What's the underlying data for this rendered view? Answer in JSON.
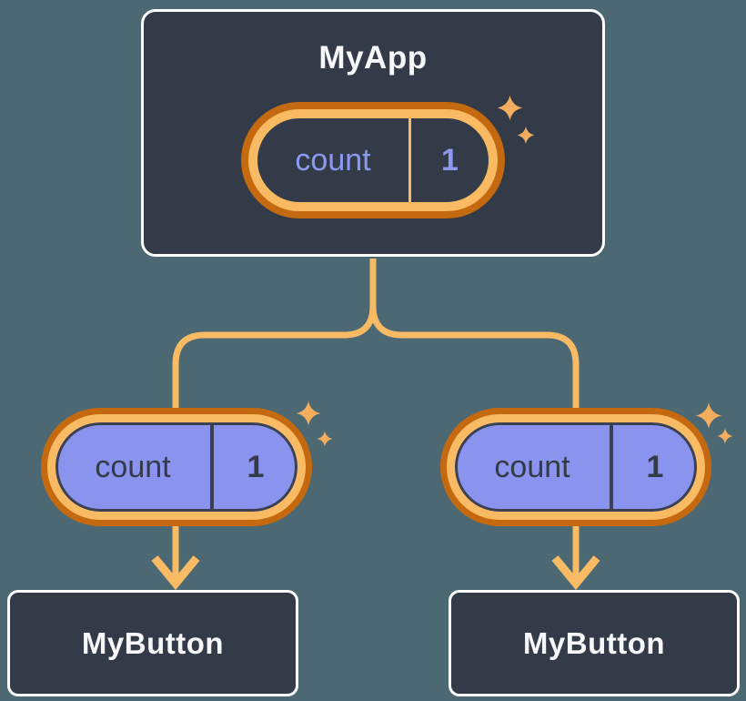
{
  "diagram": {
    "root": {
      "name": "MyApp",
      "pill": {
        "label": "count",
        "value": "1"
      }
    },
    "children": [
      {
        "name": "MyButton",
        "pill": {
          "label": "count",
          "value": "1"
        }
      },
      {
        "name": "MyButton",
        "pill": {
          "label": "count",
          "value": "1"
        }
      }
    ]
  },
  "icons": {
    "sparkle": "four-point-star",
    "arrow": "arrow-down"
  },
  "colors": {
    "background": "#4c6973",
    "card_bg": "#343b48",
    "card_border": "#ffffff",
    "connector": "#f8ba62",
    "pill_ring_outer": "#c4690f",
    "pill_ring_inner": "#f8ba62",
    "pill_fill_child": "#8a93ee",
    "state_text": "#8c99f2",
    "child_text": "#343b48",
    "outline_dark": "#3b4152",
    "title_text": "#f6f7f9",
    "sparkle": "#f2ae5e"
  }
}
